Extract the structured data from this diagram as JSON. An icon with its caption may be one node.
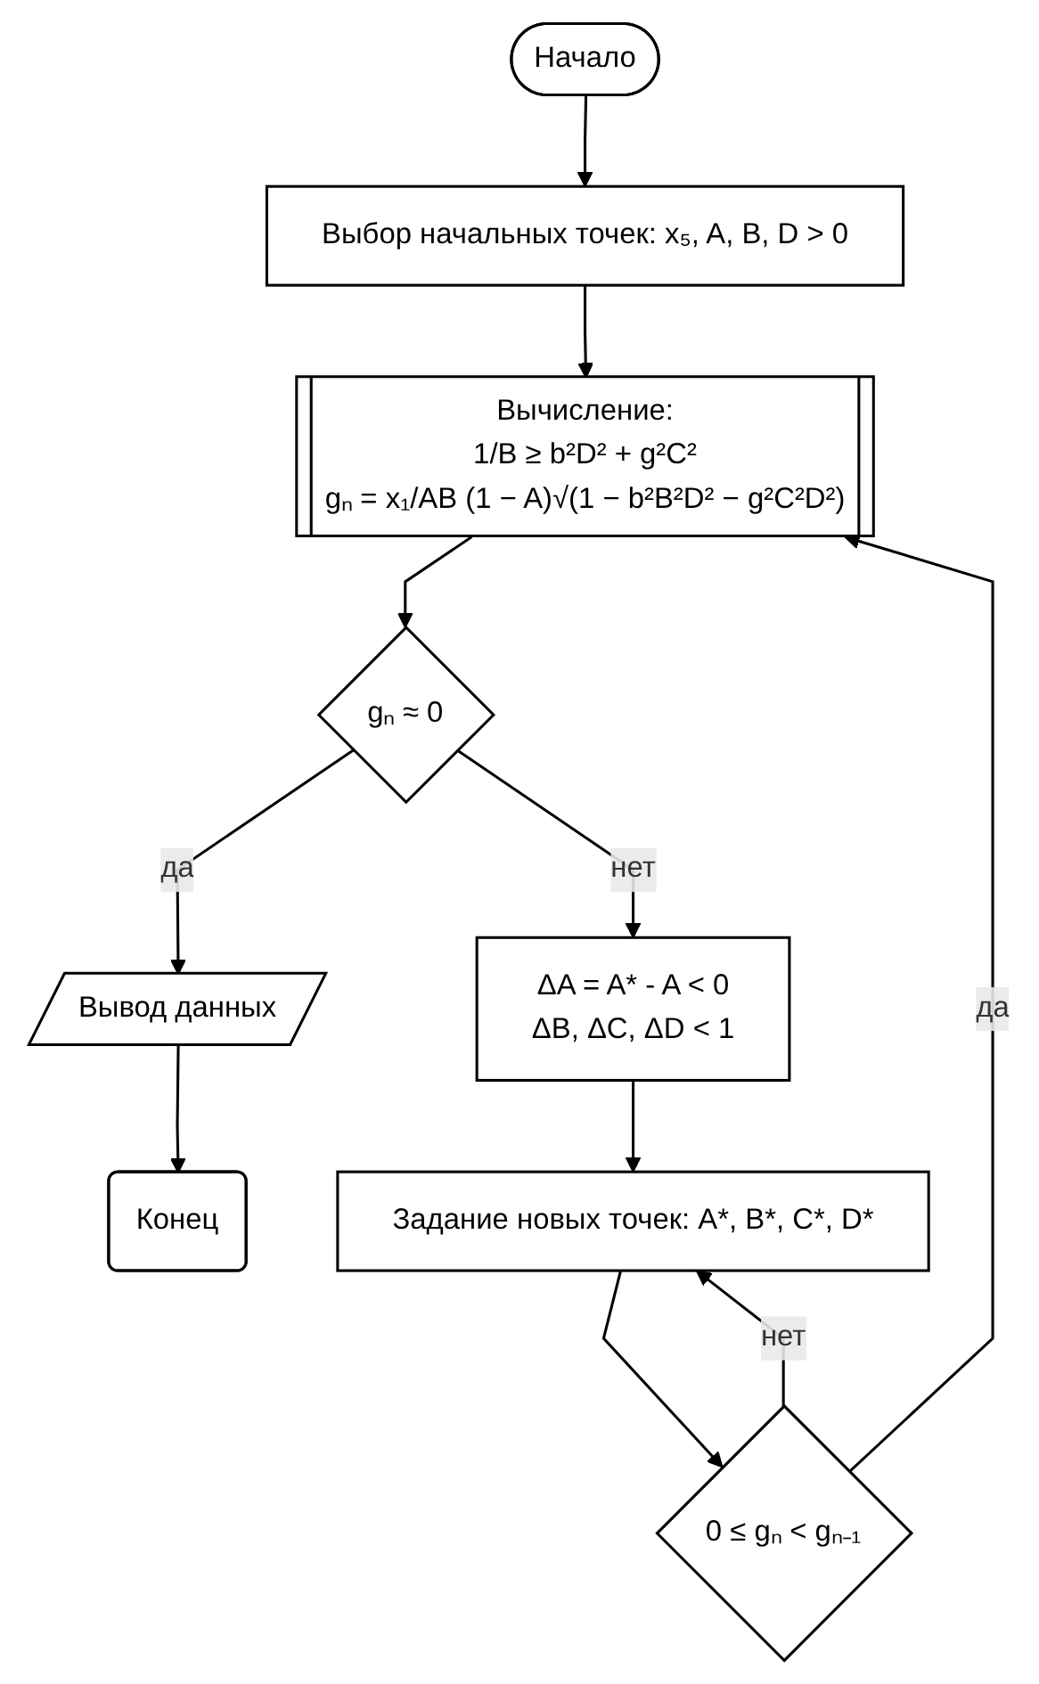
{
  "diagram": {
    "nodes": [
      {
        "text": [
          "Начало"
        ]
      },
      {
        "text": [
          "Выбор начальных точек: x₅, A, B, D > 0"
        ]
      },
      {
        "text": [
          "Вычисление:",
          "1/B ≥ b²D² + g²C²",
          "gₙ = x₁/AB (1 − A)√(1 − b²B²D² − g²C²D²)"
        ]
      },
      {
        "text": [
          "gₙ ≈ 0"
        ]
      },
      {
        "text": [
          "Вывод данных"
        ]
      },
      {
        "text": [
          "ΔA = A* - A < 0",
          "ΔB, ΔC, ΔD < 1"
        ]
      },
      {
        "text": [
          "Конец"
        ]
      },
      {
        "text": [
          "Задание новых точек: A*, B*, C*, D*"
        ]
      },
      {
        "text": [
          "0 ≤ gₙ < gₙ₋₁"
        ]
      }
    ],
    "edges": [
      {
        "from": 0,
        "to": 1,
        "arrow": "to"
      },
      {
        "from": 1,
        "to": 2,
        "arrow": "to"
      },
      {
        "from": 2,
        "to": 3,
        "arrow": "to"
      },
      {
        "from": 3,
        "to": 4,
        "arrow": "to",
        "label": "да"
      },
      {
        "from": 3,
        "to": 5,
        "arrow": "to",
        "label": "нет"
      },
      {
        "from": 4,
        "to": 6,
        "arrow": "to"
      },
      {
        "from": 5,
        "to": 7,
        "arrow": "to"
      },
      {
        "from": 7,
        "to": 8,
        "arrow": "to"
      },
      {
        "from": 8,
        "to": 2,
        "arrow": "to",
        "label": "да"
      },
      {
        "from": 8,
        "to": 7,
        "arrow": "to",
        "label": "нет"
      }
    ]
  }
}
